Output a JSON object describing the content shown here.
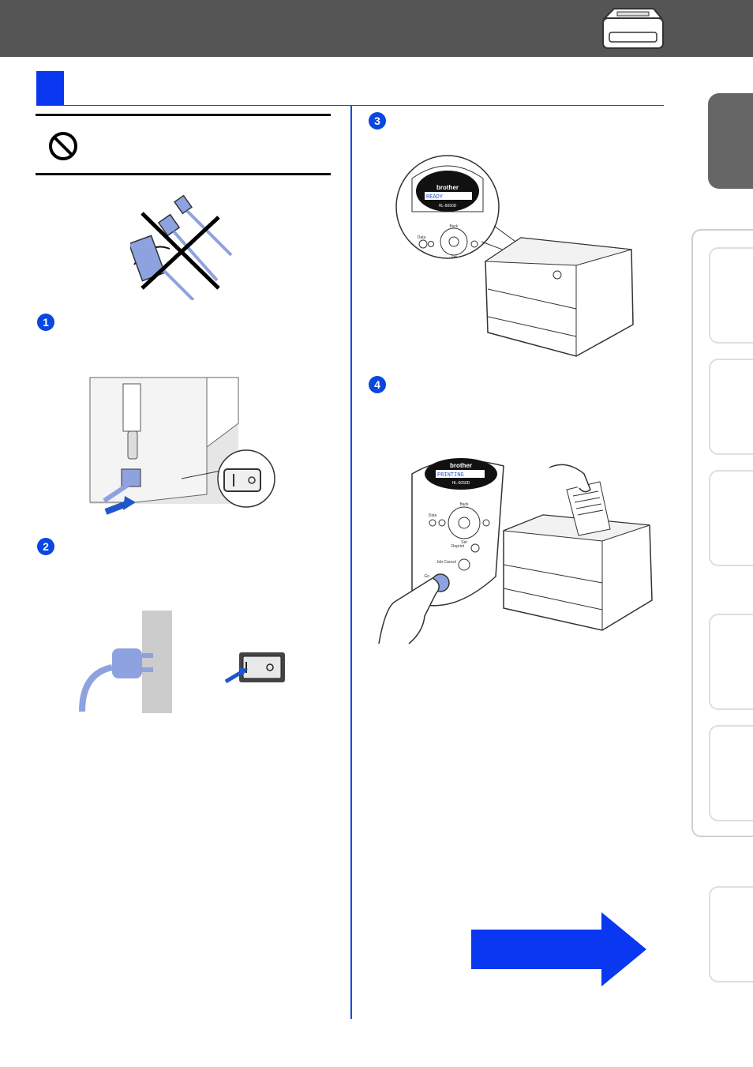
{
  "steps": [
    "1",
    "2",
    "3",
    "4"
  ],
  "panels": {
    "lcd_ready": "READY",
    "lcd_printing": "PRINTING",
    "brand": "brother",
    "model": "HL-6050D",
    "buttons": {
      "back": "Back",
      "set": "Set",
      "data": "Data",
      "reprint": "Reprint",
      "job_cancel": "Job Cancel",
      "go": "Go"
    }
  },
  "colors": {
    "header": "#555555",
    "accent_blue": "#0a38f0",
    "cable_blue": "#8ea2e0",
    "side_tab_dark": "#666666"
  },
  "icons": [
    "printer-icon",
    "prohibited-icon",
    "right-arrow-icon"
  ]
}
